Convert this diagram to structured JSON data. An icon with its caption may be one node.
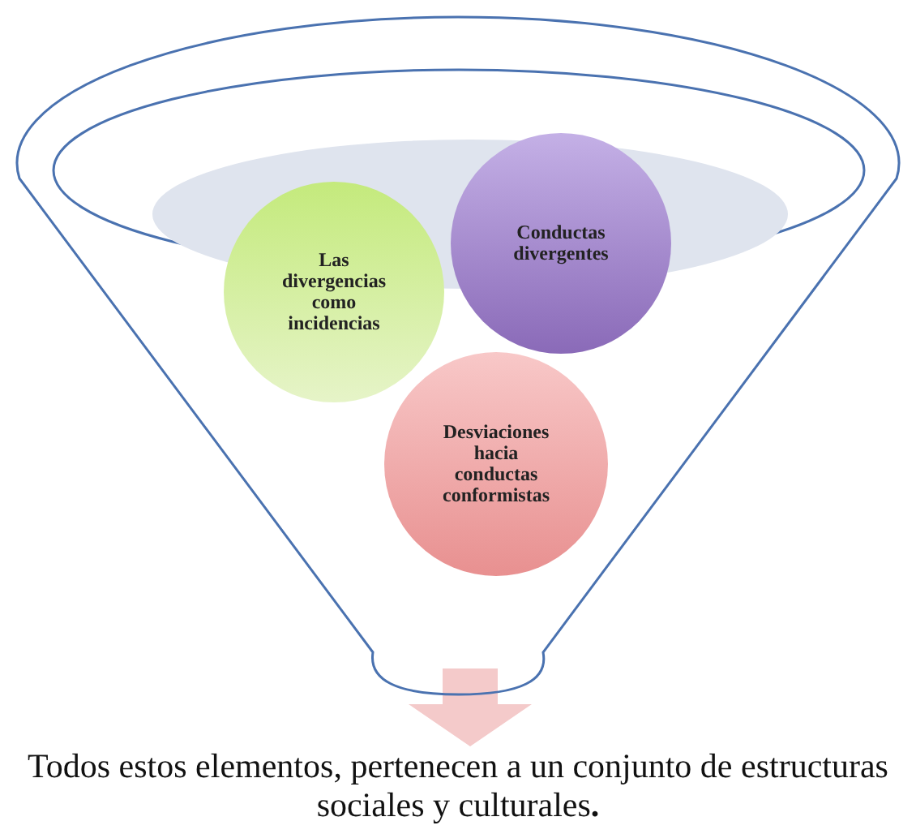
{
  "diagram": {
    "nodes": [
      {
        "text": [],
        "shape": "funnel"
      },
      {
        "text": [
          "Las divergencias como incidencias"
        ],
        "in": 0
      },
      {
        "text": [
          "Conductas divergentes"
        ],
        "in": 0
      },
      {
        "text": [
          "Desviaciones hacia conductas conformistas"
        ],
        "in": 0
      },
      {
        "text": [
          "Todos estos elementos, pertenecen a un conjunto de estructuras sociales y culturales**.**"
        ]
      }
    ],
    "edges": [
      {
        "from": 0,
        "to": 4,
        "arrow": "to"
      }
    ]
  }
}
